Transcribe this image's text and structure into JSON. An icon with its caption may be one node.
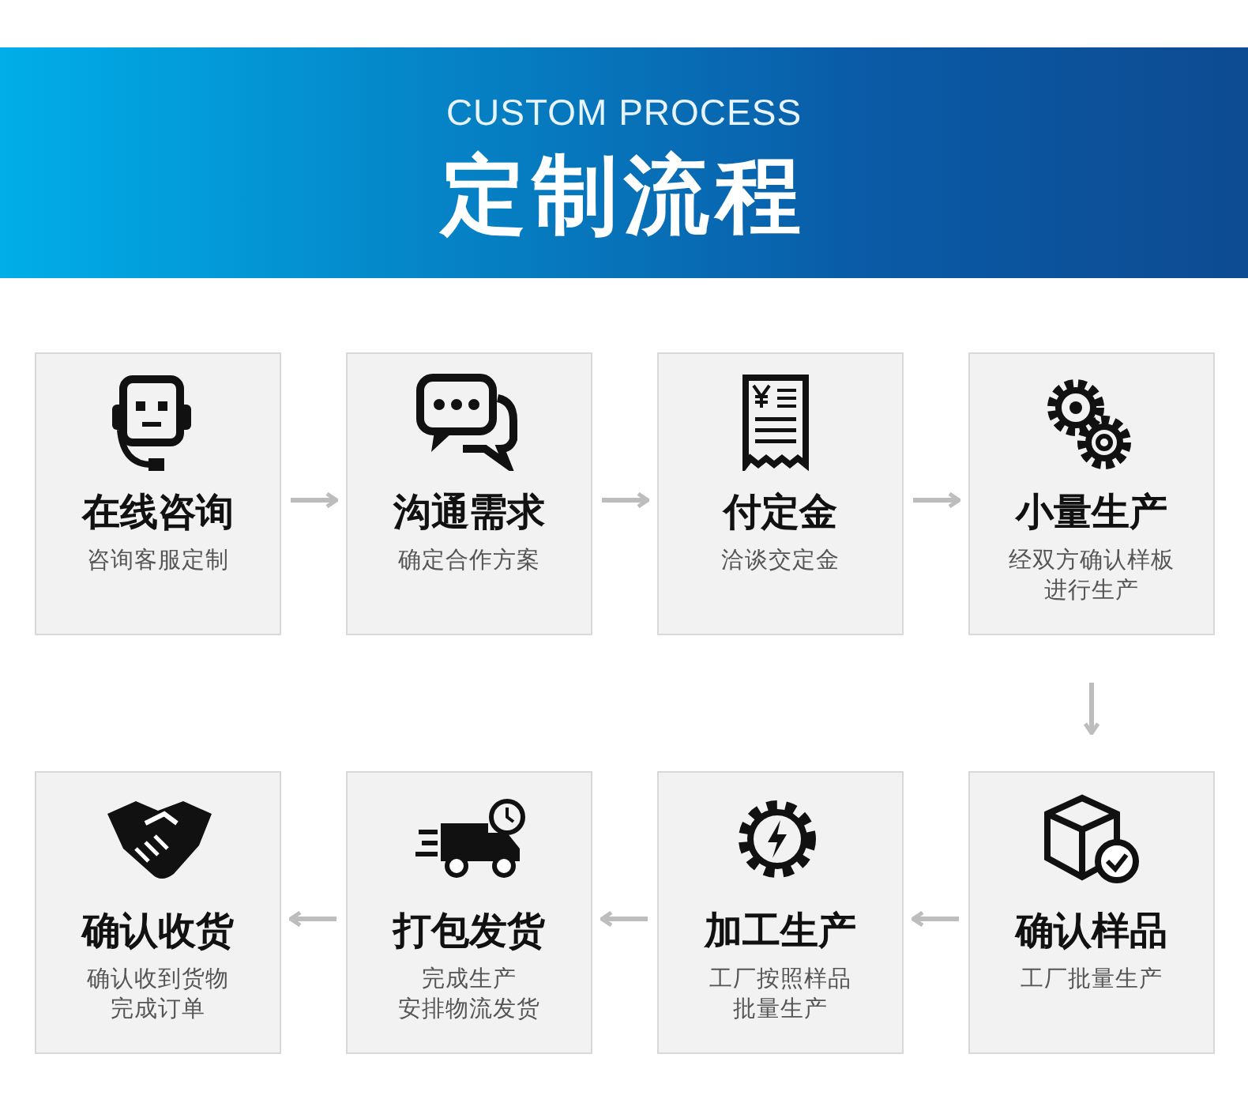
{
  "diagram": {
    "title": "定制流程",
    "labels": [
      "CUSTOM PROCESS"
    ],
    "nodes": [
      {
        "text": [
          "在线咨询",
          "咨询客服定制"
        ]
      },
      {
        "text": [
          "沟通需求",
          "确定合作方案"
        ]
      },
      {
        "text": [
          "付定金",
          "洽谈交定金"
        ]
      },
      {
        "text": [
          "小量生产",
          "经双方确认样板进行生产"
        ]
      },
      {
        "text": [
          "确认收货",
          "确认收到货物完成订单"
        ]
      },
      {
        "text": [
          "打包发货",
          "完成生产安排物流发货"
        ]
      },
      {
        "text": [
          "加工生产",
          "工厂按照样品批量生产"
        ]
      },
      {
        "text": [
          "确认样品",
          "工厂批量生产"
        ]
      }
    ],
    "edges": [
      {
        "from": 0,
        "to": 1,
        "arrow": "to"
      },
      {
        "from": 1,
        "to": 2,
        "arrow": "to"
      },
      {
        "from": 2,
        "to": 3,
        "arrow": "to"
      },
      {
        "from": 3,
        "to": 7,
        "arrow": "to"
      },
      {
        "from": 7,
        "to": 6,
        "arrow": "to"
      },
      {
        "from": 6,
        "to": 5,
        "arrow": "to"
      },
      {
        "from": 5,
        "to": 4,
        "arrow": "to"
      }
    ]
  }
}
